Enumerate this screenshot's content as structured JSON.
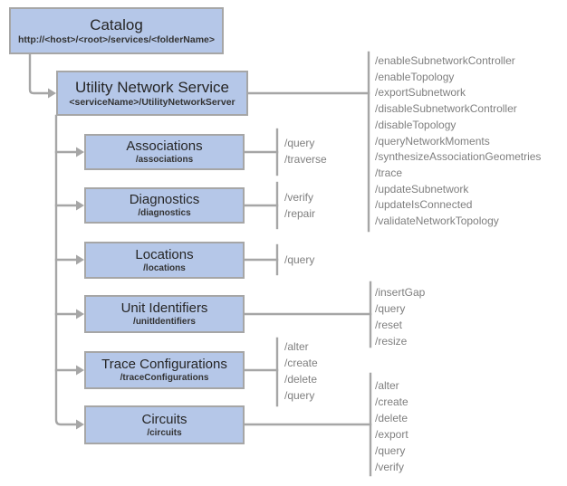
{
  "colors": {
    "box_fill": "#b5c7e8",
    "box_border": "#a6a6a6",
    "connector": "#a6a6a6",
    "title_text": "#262626",
    "ops_text": "#7f7f7f"
  },
  "nodes": {
    "catalog": {
      "title": "Catalog",
      "subtitle": "http://<host>/<root>/services/<folderName>"
    },
    "uns": {
      "title": "Utility Network Service",
      "subtitle": "<serviceName>/UtilityNetworkServer"
    },
    "associations": {
      "title": "Associations",
      "subtitle": "/associations"
    },
    "diagnostics": {
      "title": "Diagnostics",
      "subtitle": "/diagnostics"
    },
    "locations": {
      "title": "Locations",
      "subtitle": "/locations"
    },
    "unitIdentifiers": {
      "title": "Unit Identifiers",
      "subtitle": "/unitIdentifiers"
    },
    "traceConfigurations": {
      "title": "Trace Configurations",
      "subtitle": "/traceConfigurations"
    },
    "circuits": {
      "title": "Circuits",
      "subtitle": "/circuits"
    }
  },
  "ops": {
    "uns": [
      "/enableSubnetworkController",
      "/enableTopology",
      "/exportSubnetwork",
      "/disableSubnetworkController",
      "/disableTopology",
      "/queryNetworkMoments",
      "/synthesizeAssociationGeometries",
      "/trace",
      "/updateSubnetwork",
      "/updateIsConnected",
      "/validateNetworkTopology"
    ],
    "associations": [
      "/query",
      "/traverse"
    ],
    "diagnostics": [
      "/verify",
      "/repair"
    ],
    "locations": [
      "/query"
    ],
    "unitIdentifiers": [
      "/insertGap",
      "/query",
      "/reset",
      "/resize"
    ],
    "traceConfigurations": [
      "/alter",
      "/create",
      "/delete",
      "/query"
    ],
    "circuits": [
      "/alter",
      "/create",
      "/delete",
      "/export",
      "/query",
      "/verify"
    ]
  }
}
